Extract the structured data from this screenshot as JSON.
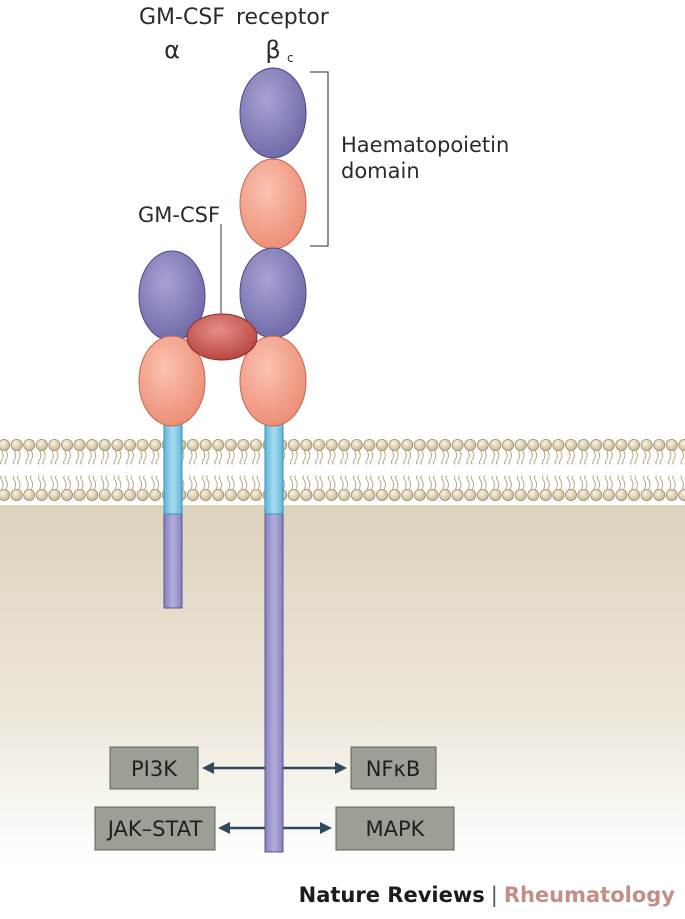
{
  "labels": {
    "receptor_prefix": "GM-CSF",
    "receptor_word": "receptor",
    "alpha": "α",
    "beta": "β",
    "beta_sub": "c",
    "domain_line1": "Haematopoietin",
    "domain_line2": "domain",
    "ligand": "GM-CSF"
  },
  "signals": {
    "pi3k": "PI3K",
    "nfkb": "NFκB",
    "jak_stat": "JAK–STAT",
    "mapk": "MAPK"
  },
  "footer": {
    "journal": "Nature Reviews",
    "separator": "|",
    "field": "Rheumatology"
  },
  "colors": {
    "purple_domain": "#7d79b4",
    "salmon_domain": "#f29c85",
    "ligand": "#c04a44",
    "transmembrane": "#7cc8e6",
    "cytoplasmic_tail": "#9d97cc",
    "signal_box": "#9aa095",
    "cytoplasm": "#e8e0cf"
  }
}
